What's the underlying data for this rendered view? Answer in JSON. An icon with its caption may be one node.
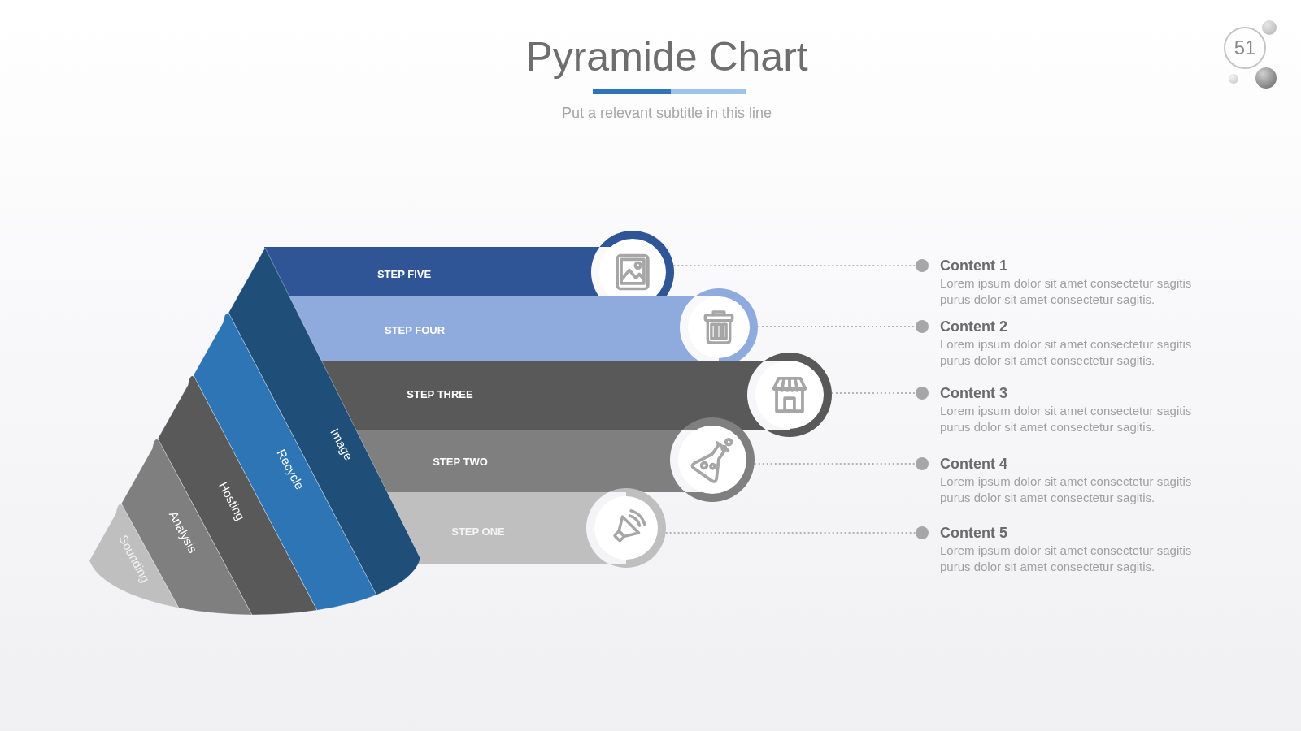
{
  "diagram": {
    "title": "Pyramide Chart",
    "nodes": [
      {
        "text": [
          "STEP FIVE"
        ]
      },
      {
        "text": [
          "STEP FOUR"
        ]
      },
      {
        "text": [
          "STEP THREE"
        ]
      },
      {
        "text": [
          "STEP TWO"
        ]
      },
      {
        "text": [
          "STEP ONE"
        ]
      },
      {
        "text": [
          "Image"
        ]
      },
      {
        "text": [
          "Recycle"
        ]
      },
      {
        "text": [
          "Hosting"
        ]
      },
      {
        "text": [
          "Analysis"
        ]
      },
      {
        "text": [
          "Sounding"
        ]
      },
      {
        "text": [
          "Content 1",
          "Lorem ipsum dolor sit amet consectetur sagitis purus dolor sit amet consectetur sagitis."
        ]
      },
      {
        "text": [
          "Content 2",
          "Lorem ipsum dolor sit amet consectetur sagitis purus dolor sit amet consectetur sagitis."
        ]
      },
      {
        "text": [
          "Content 3",
          "Lorem ipsum dolor sit amet consectetur sagitis purus dolor sit amet consectetur sagitis."
        ]
      },
      {
        "text": [
          "Content 4",
          "Lorem ipsum dolor sit amet consectetur sagitis purus dolor sit amet consectetur sagitis."
        ]
      },
      {
        "text": [
          "Content 5",
          "Lorem ipsum dolor sit amet consectetur sagitis purus dolor sit amet consectetur sagitis."
        ]
      },
      {
        "text": [
          "51"
        ]
      }
    ],
    "edges": [
      {
        "from": 0,
        "to": 10,
        "arrow": "other"
      },
      {
        "from": 1,
        "to": 11,
        "arrow": "other"
      },
      {
        "from": 2,
        "to": 12,
        "arrow": "other"
      },
      {
        "from": 3,
        "to": 13,
        "arrow": "other"
      },
      {
        "from": 4,
        "to": 14,
        "arrow": "other"
      }
    ],
    "labels": [
      "Put a relevant subtitle in this line"
    ]
  }
}
